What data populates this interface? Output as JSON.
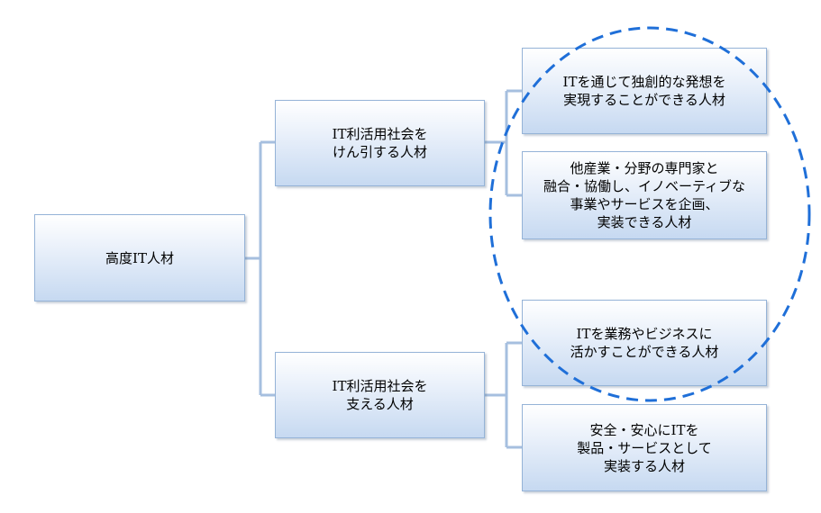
{
  "diagram": {
    "root": {
      "lines": [
        "高度IT人材"
      ]
    },
    "branches": [
      {
        "lines": [
          "IT利活用社会を",
          "けん引する人材"
        ],
        "children": [
          {
            "lines": [
              "ITを通じて独創的な発想を",
              "実現することができる人材"
            ]
          },
          {
            "lines": [
              "他産業・分野の専門家と",
              "融合・協働し、イノベーティブな",
              "事業やサービスを企画、",
              "実装できる人材"
            ]
          }
        ]
      },
      {
        "lines": [
          "IT利活用社会を",
          "支える人材"
        ],
        "children": [
          {
            "lines": [
              "ITを業務やビジネスに",
              "活かすことができる人材"
            ]
          },
          {
            "lines": [
              "安全・安心にITを",
              "製品・サービスとして",
              "実装する人材"
            ]
          }
        ]
      }
    ]
  },
  "colors": {
    "connector": "#a6bfdf",
    "box_border": "#95b3d7",
    "box_fill_top": "#ffffff",
    "box_fill_bottom": "#c6d9f1",
    "highlight_ellipse": "#1f6fd8"
  }
}
